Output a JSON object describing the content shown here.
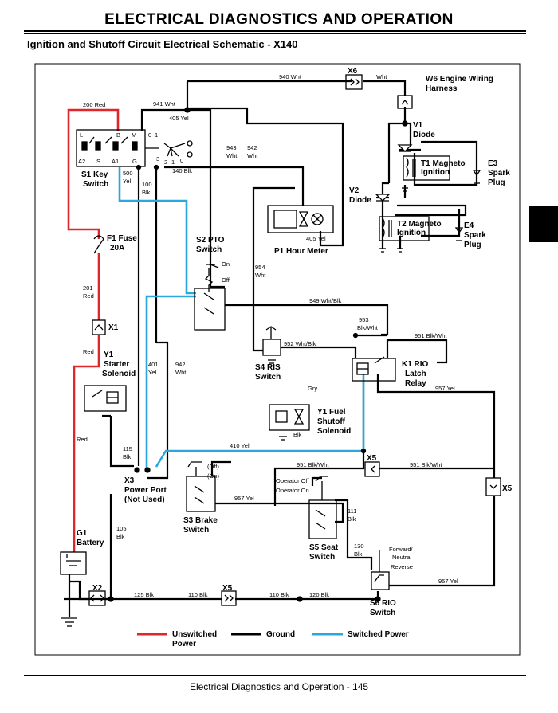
{
  "header": {
    "title": "ELECTRICAL   DIAGNOSTICS AND OPERATION",
    "subtitle": "Ignition and Shutoff Circuit Electrical Schematic - X140"
  },
  "footer": {
    "text": "Electrical   Diagnostics and Operation  - 145"
  },
  "colors": {
    "unswitched": "#e0262b",
    "ground": "#000000",
    "switched": "#2aa8dc"
  },
  "components": {
    "s1": [
      "S1 Key",
      "Switch"
    ],
    "f1": [
      "F1 Fuse",
      "20A"
    ],
    "x1": "X1",
    "y1": [
      "Y1",
      "Starter",
      "Solenoid"
    ],
    "x3": [
      "X3",
      "Power Port",
      "(Not Used)"
    ],
    "g1": [
      "G1",
      "Battery"
    ],
    "x2": "X2",
    "x5": "X5",
    "x6": "X6",
    "s2": [
      "S2 PTO",
      "Switch"
    ],
    "s2_on": "On",
    "s2_off": "Off",
    "p1": "P1 Hour Meter",
    "s4": [
      "S4 RIS",
      "Switch"
    ],
    "y1fuel": [
      "Y1 Fuel",
      "Shutoff",
      "Solenoid"
    ],
    "s3": [
      "S3 Brake",
      "Switch"
    ],
    "s3_off": "(Off)",
    "s3_on": "(On)",
    "s5": [
      "S5 Seat",
      "Switch"
    ],
    "s5_off": "Operator Off",
    "s5_on": "Operator On",
    "k1": [
      "K1 RIO",
      "Latch",
      "Relay"
    ],
    "s6": [
      "S6 RIO",
      "Switch"
    ],
    "s6_fwd": [
      "Forward/",
      "Neutral"
    ],
    "s6_rev": "Reverse",
    "w6": [
      "W6 Engine Wiring",
      "Harness"
    ],
    "v1": [
      "V1",
      "Diode"
    ],
    "v2": [
      "V2",
      "Diode"
    ],
    "t1": [
      "T1 Magneto",
      "Ignition"
    ],
    "t2": [
      "T2 Magneto",
      "Ignition"
    ],
    "e3": [
      "E3",
      "Spark",
      "Plug"
    ],
    "e4": [
      "E4",
      "Spark",
      "Plug"
    ]
  },
  "key_switch_terminals": [
    "L",
    "B",
    "M",
    "A2",
    "S",
    "A1",
    "G",
    "0",
    "1",
    "3",
    "2",
    "1",
    "0"
  ],
  "wires": {
    "w940": "940 Wht",
    "wht": "Wht",
    "w941": "941 Wht",
    "w200": "200 Red",
    "w405a": "405 Yel",
    "w943": "943",
    "w943c": "Wht",
    "w942a": "942",
    "w942ac": "Wht",
    "w140": "140 Blk",
    "w500": "500",
    "w500c": "Yel",
    "w100": "100",
    "w100c": "Blk",
    "w405b": "405 Yel",
    "w954": "954",
    "w954c": "Wht",
    "w201": "201",
    "w201c": "Red",
    "wred1": "Red",
    "w949": "949 Wht/Blk",
    "w953": "953",
    "w953c": "Blk/Wht",
    "w951a": "951 Blk/Wht",
    "w952": "952 Wht/Blk",
    "w401": "401",
    "w401c": "Yel",
    "w942b": "942",
    "w942bc": "Wht",
    "wgry": "Gry",
    "w957a": "957 Yel",
    "wblk": "Blk",
    "wred2": "Red",
    "w115": "115",
    "w115c": "Blk",
    "w410": "410 Yel",
    "w951b": "951 Blk/Wht",
    "w951c": "951 Blk/Wht",
    "w957b": "957 Yel",
    "w111": "111",
    "w111c": "Blk",
    "w105": "105",
    "w105c": "Blk",
    "w130": "130",
    "w130c": "Blk",
    "w957c": "957 Yel",
    "w125": "125 Blk",
    "w110a": "110 Blk",
    "w110b": "110 Blk",
    "w120": "120 Blk"
  },
  "legend": {
    "unswitched": [
      "Unswitched",
      "Power"
    ],
    "ground": "Ground",
    "switched": "Switched Power"
  }
}
